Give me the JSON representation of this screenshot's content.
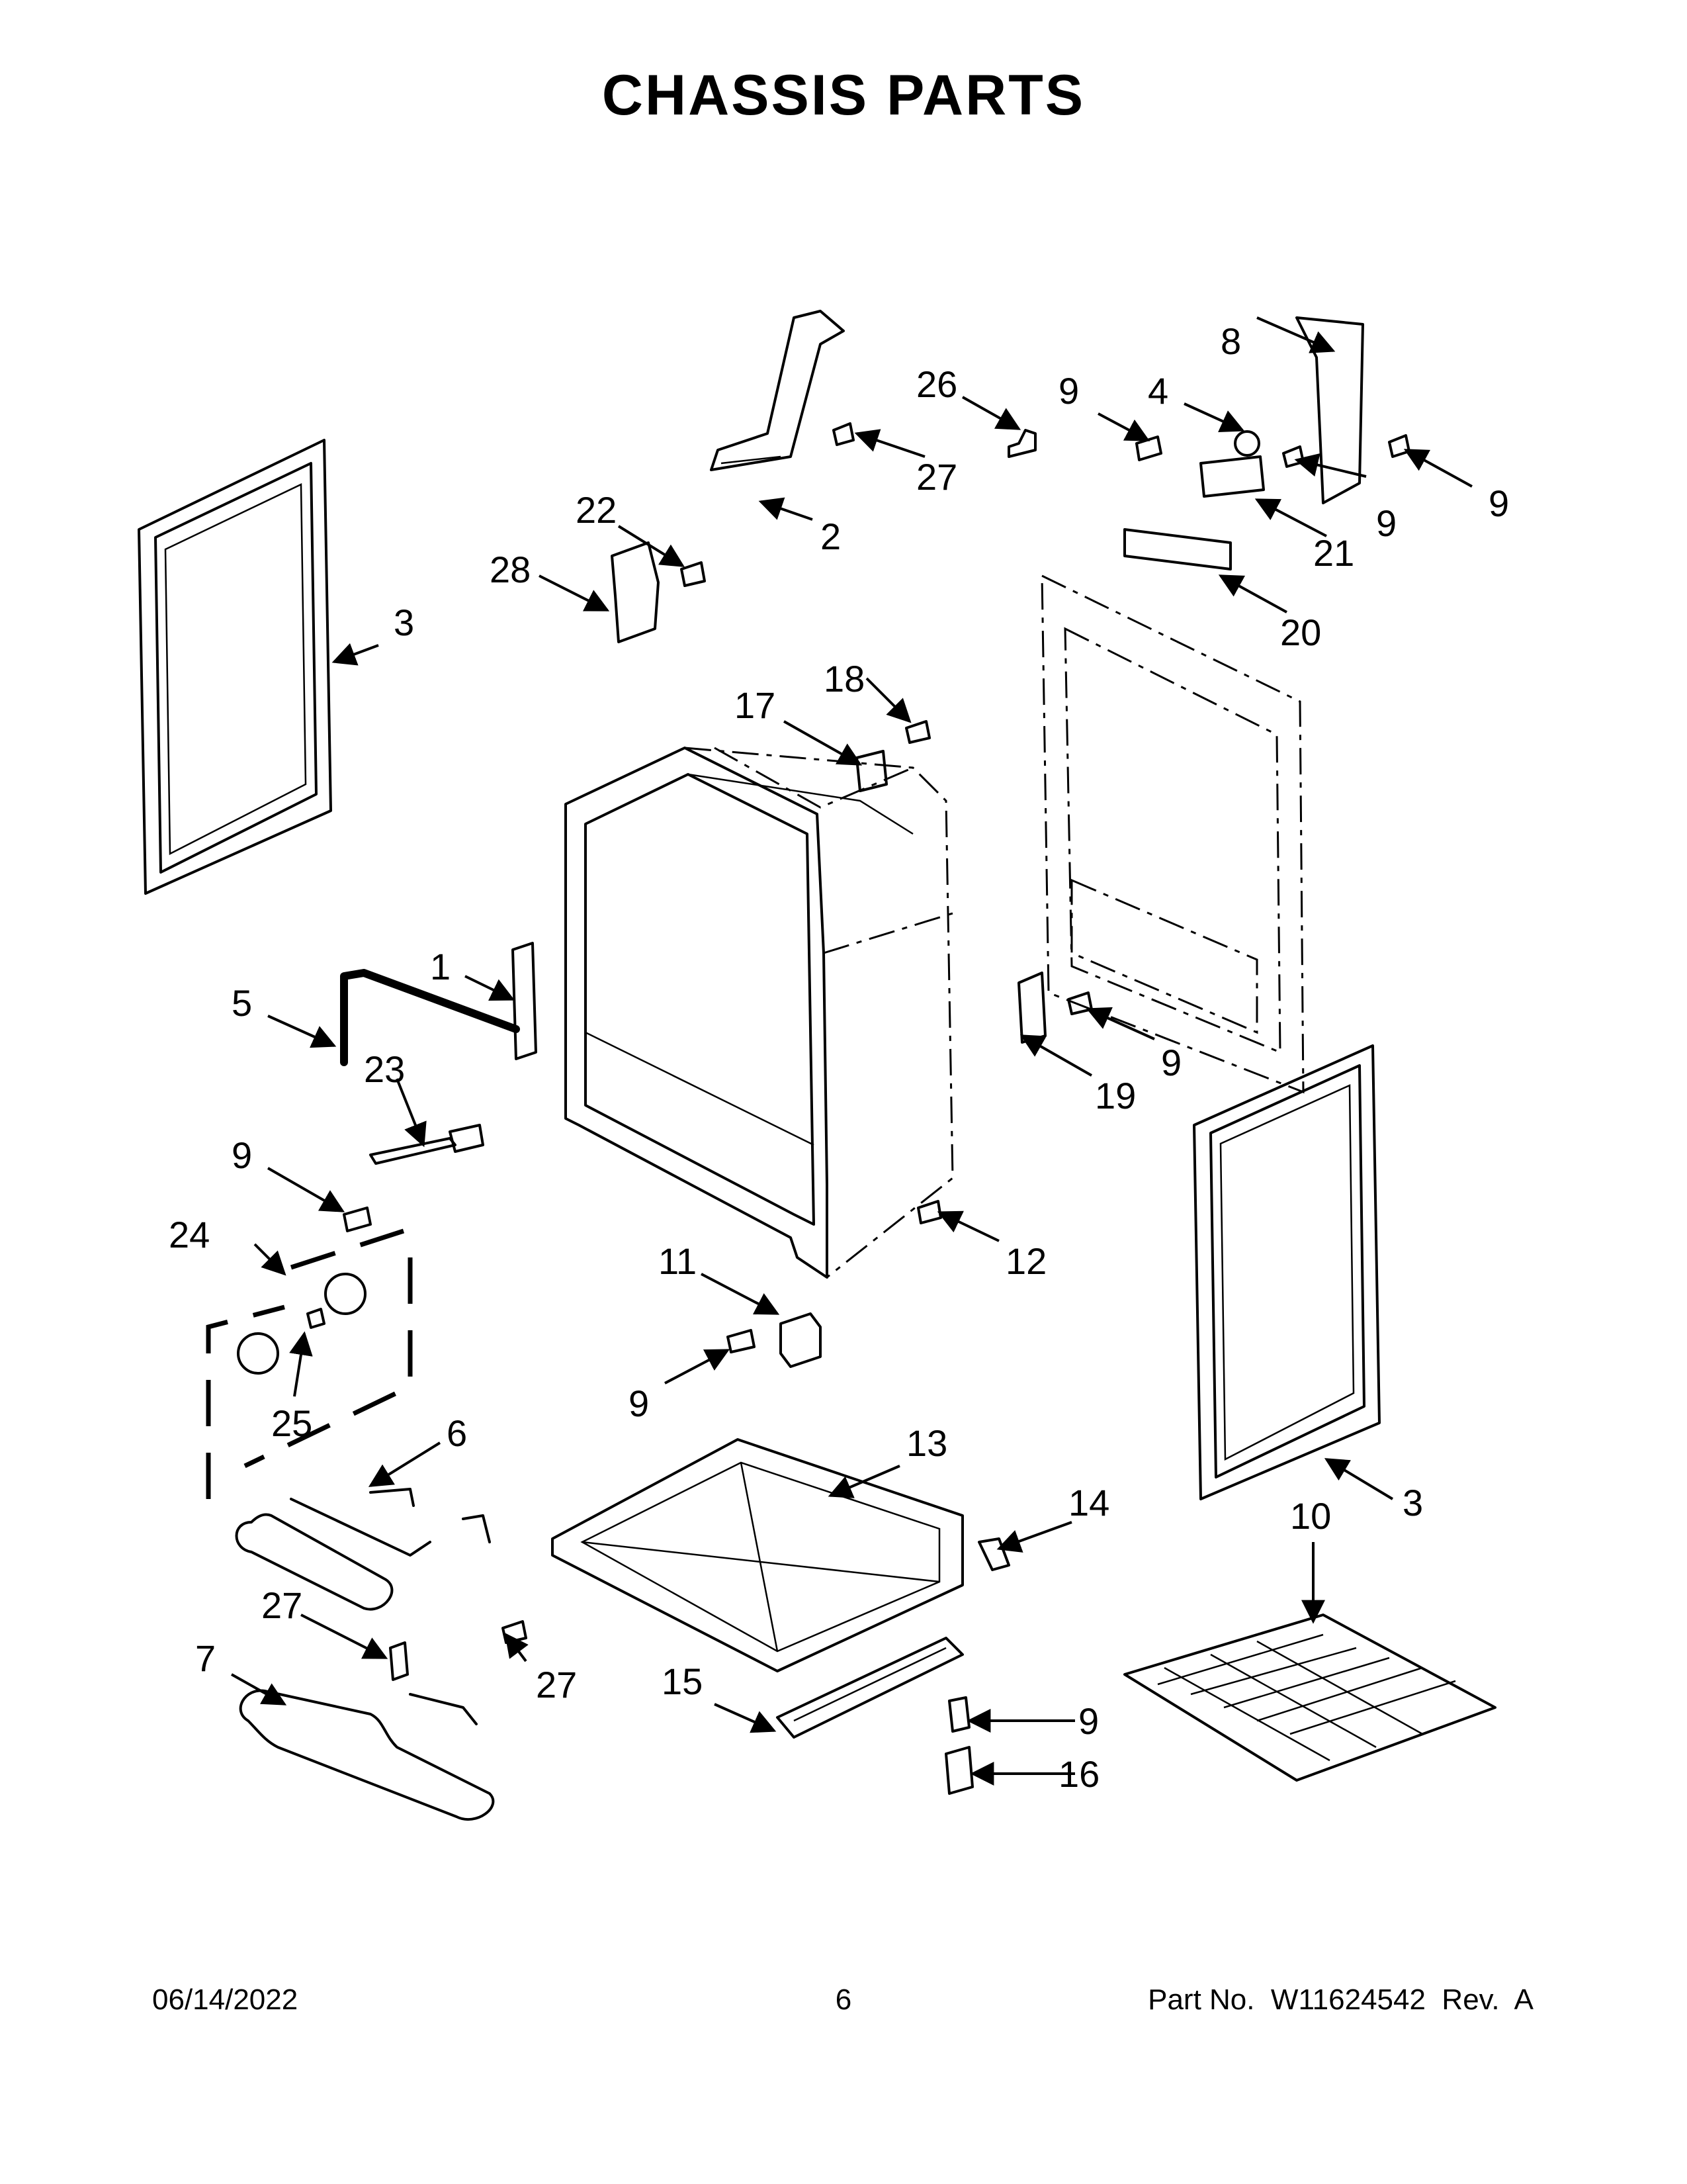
{
  "title": "CHASSIS PARTS",
  "footer": {
    "date": "06/14/2022",
    "page": "6",
    "part_no": "Part No.  W11624542  Rev.  A"
  },
  "callouts": {
    "c1": "1",
    "c2": "2",
    "c3a": "3",
    "c3b": "3",
    "c4": "4",
    "c5": "5",
    "c6": "6",
    "c7": "7",
    "c8": "8",
    "c9a": "9",
    "c9b": "9",
    "c9c": "9",
    "c9d": "9",
    "c9e": "9",
    "c9f": "9",
    "c9g": "9",
    "c10": "10",
    "c11": "11",
    "c12": "12",
    "c13": "13",
    "c14": "14",
    "c15": "15",
    "c16": "16",
    "c17": "17",
    "c18": "18",
    "c19": "19",
    "c20": "20",
    "c21": "21",
    "c22": "22",
    "c23": "23",
    "c24": "24",
    "c25": "25",
    "c26": "26",
    "c27a": "27",
    "c27b": "27",
    "c27c": "27",
    "c28": "28"
  }
}
